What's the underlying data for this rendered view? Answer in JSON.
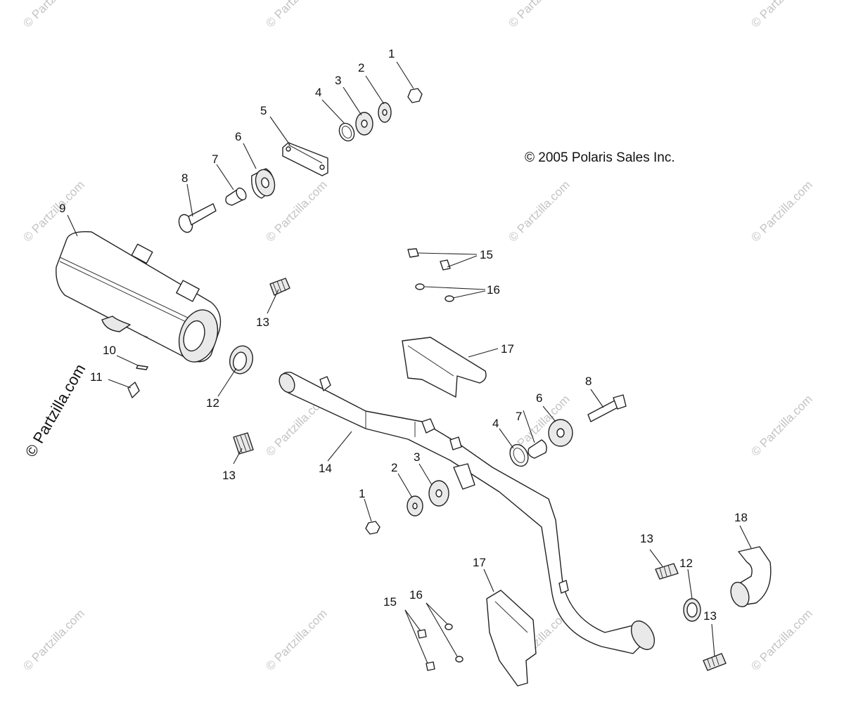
{
  "copyright": "© 2005 Polaris Sales Inc.",
  "watermark_text": "© Partzilla.com",
  "callouts": {
    "c1a": "1",
    "c2a": "2",
    "c3a": "3",
    "c4a": "4",
    "c5": "5",
    "c6a": "6",
    "c7a": "7",
    "c8a": "8",
    "c9": "9",
    "c10": "10",
    "c11": "11",
    "c12a": "12",
    "c13a": "13",
    "c13b": "13",
    "c15a": "15",
    "c16a": "16",
    "c17a": "17",
    "c14": "14",
    "c1b": "1",
    "c2b": "2",
    "c3b": "3",
    "c4b": "4",
    "c7b": "7",
    "c6b": "6",
    "c8b": "8",
    "c13c": "13",
    "c12b": "12",
    "c18": "18",
    "c13d": "13",
    "c17b": "17",
    "c15b": "15",
    "c16b": "16"
  }
}
